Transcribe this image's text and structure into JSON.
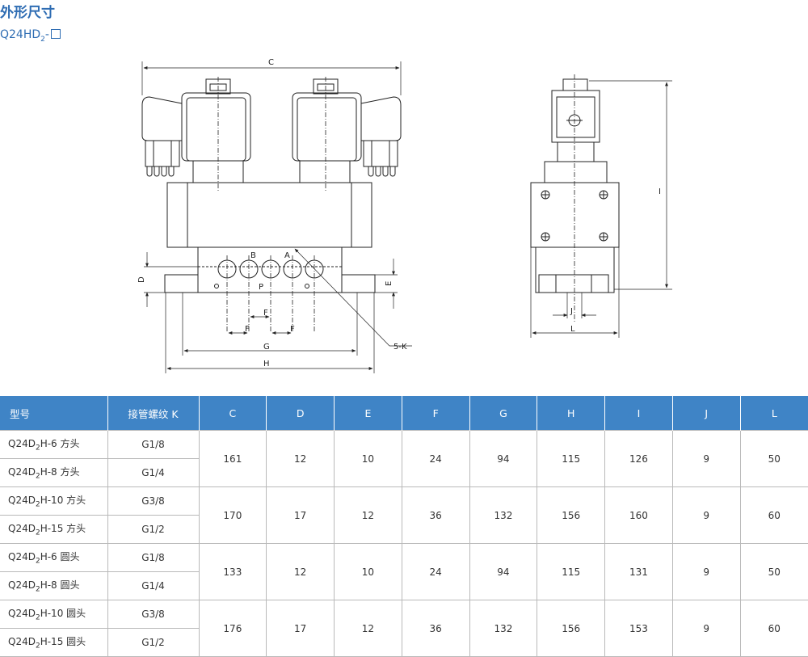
{
  "page": {
    "title": "外形尺寸",
    "model_prefix": "Q24HD",
    "model_sub": "2",
    "model_suffix": "-"
  },
  "drawing": {
    "labels": {
      "C": "C",
      "D": "D",
      "E": "E",
      "F": "F",
      "G": "G",
      "H": "H",
      "I": "I",
      "J": "J",
      "L": "L",
      "K": "5-K",
      "A": "A",
      "B": "B",
      "P": "P",
      "O": "O"
    }
  },
  "table": {
    "headers": [
      "型号",
      "接管螺纹 K",
      "C",
      "D",
      "E",
      "F",
      "G",
      "H",
      "I",
      "J",
      "L"
    ],
    "rows": [
      {
        "model": {
          "pre": "Q24D",
          "sub": "2",
          "post": "H-6 方头"
        },
        "thread": "G1/8"
      },
      {
        "model": {
          "pre": "Q24D",
          "sub": "2",
          "post": "H-8 方头"
        },
        "thread": "G1/4"
      },
      {
        "model": {
          "pre": "Q24D",
          "sub": "2",
          "post": "H-10 方头"
        },
        "thread": "G3/8"
      },
      {
        "model": {
          "pre": "Q24D",
          "sub": "2",
          "post": "H-15 方头"
        },
        "thread": "G1/2"
      },
      {
        "model": {
          "pre": "Q24D",
          "sub": "2",
          "post": "H-6 圆头"
        },
        "thread": "G1/8"
      },
      {
        "model": {
          "pre": "Q24D",
          "sub": "2",
          "post": "H-8 圆头"
        },
        "thread": "G1/4"
      },
      {
        "model": {
          "pre": "Q24D",
          "sub": "2",
          "post": "H-10 圆头"
        },
        "thread": "G3/8"
      },
      {
        "model": {
          "pre": "Q24D",
          "sub": "2",
          "post": "H-15 圆头"
        },
        "thread": "G1/2"
      }
    ],
    "groups": [
      {
        "C": "161",
        "D": "12",
        "E": "10",
        "F": "24",
        "G": "94",
        "H": "115",
        "I": "126",
        "J": "9",
        "L": "50"
      },
      {
        "C": "170",
        "D": "17",
        "E": "12",
        "F": "36",
        "G": "132",
        "H": "156",
        "I": "160",
        "J": "9",
        "L": "60"
      },
      {
        "C": "133",
        "D": "12",
        "E": "10",
        "F": "24",
        "G": "94",
        "H": "115",
        "I": "131",
        "J": "9",
        "L": "50"
      },
      {
        "C": "176",
        "D": "17",
        "E": "12",
        "F": "36",
        "G": "132",
        "H": "156",
        "I": "153",
        "J": "9",
        "L": "60"
      }
    ]
  }
}
